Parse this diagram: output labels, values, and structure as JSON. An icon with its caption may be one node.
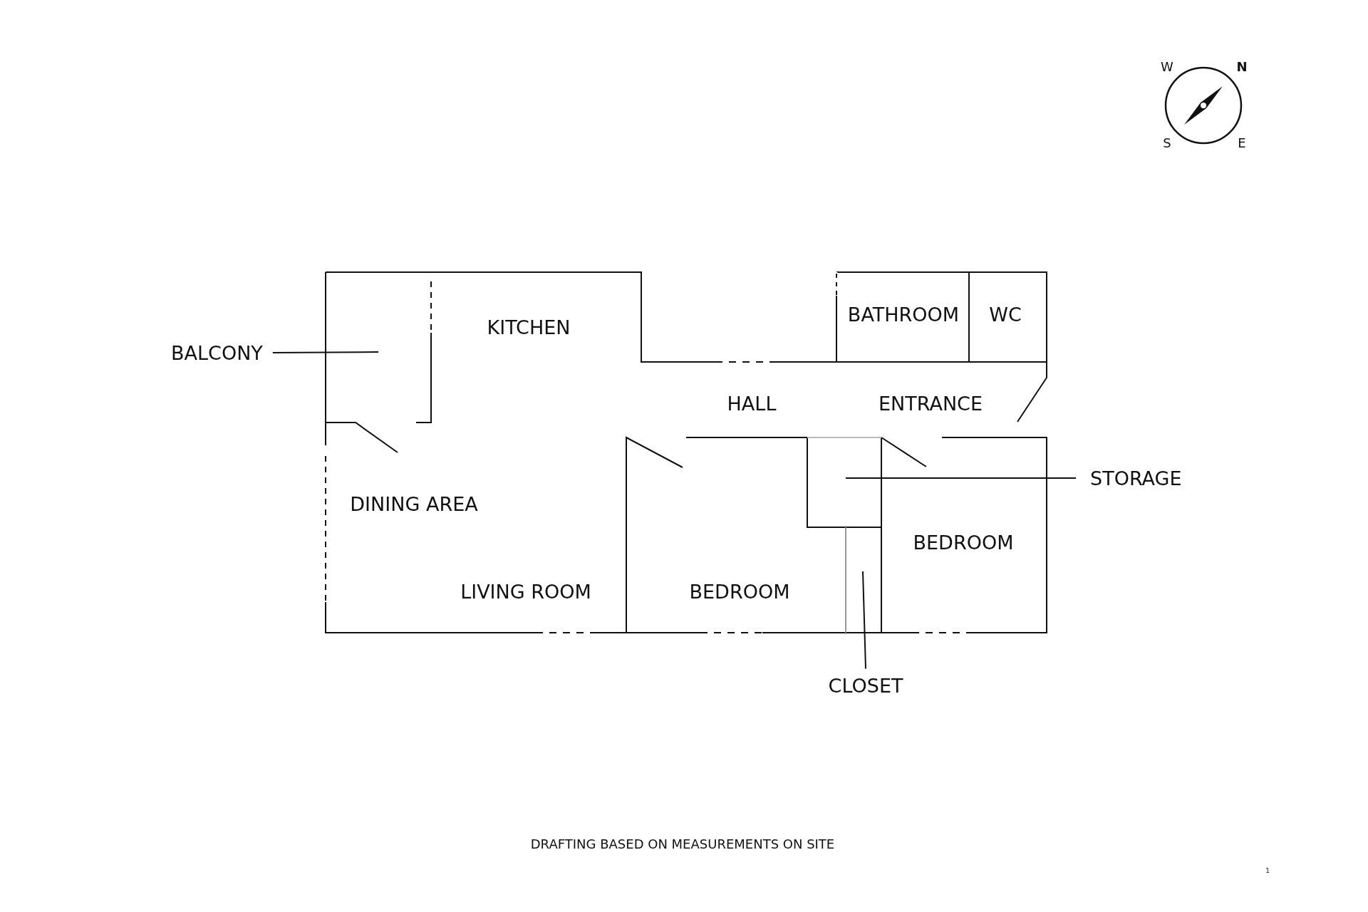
{
  "diagram": {
    "caption": "DRAFTING BASED ON MEASUREMENTS ON SITE",
    "nodes": [
      {
        "text": [
          "BALCONY"
        ]
      },
      {
        "text": [
          "STORAGE"
        ]
      },
      {
        "text": [
          "CLOSET"
        ]
      }
    ],
    "edges": [
      {
        "from": 0,
        "to": null,
        "arrow": "none"
      },
      {
        "from": 1,
        "to": null,
        "arrow": "none"
      },
      {
        "from": 2,
        "to": null,
        "arrow": "none"
      }
    ],
    "labels": [
      "W",
      "N",
      "S",
      "E",
      "KITCHEN",
      "BATHROOM",
      "WC",
      "HALL",
      "ENTRANCE",
      "DINING AREA",
      "LIVING ROOM",
      "BEDROOM",
      "BEDROOM",
      "1"
    ]
  }
}
